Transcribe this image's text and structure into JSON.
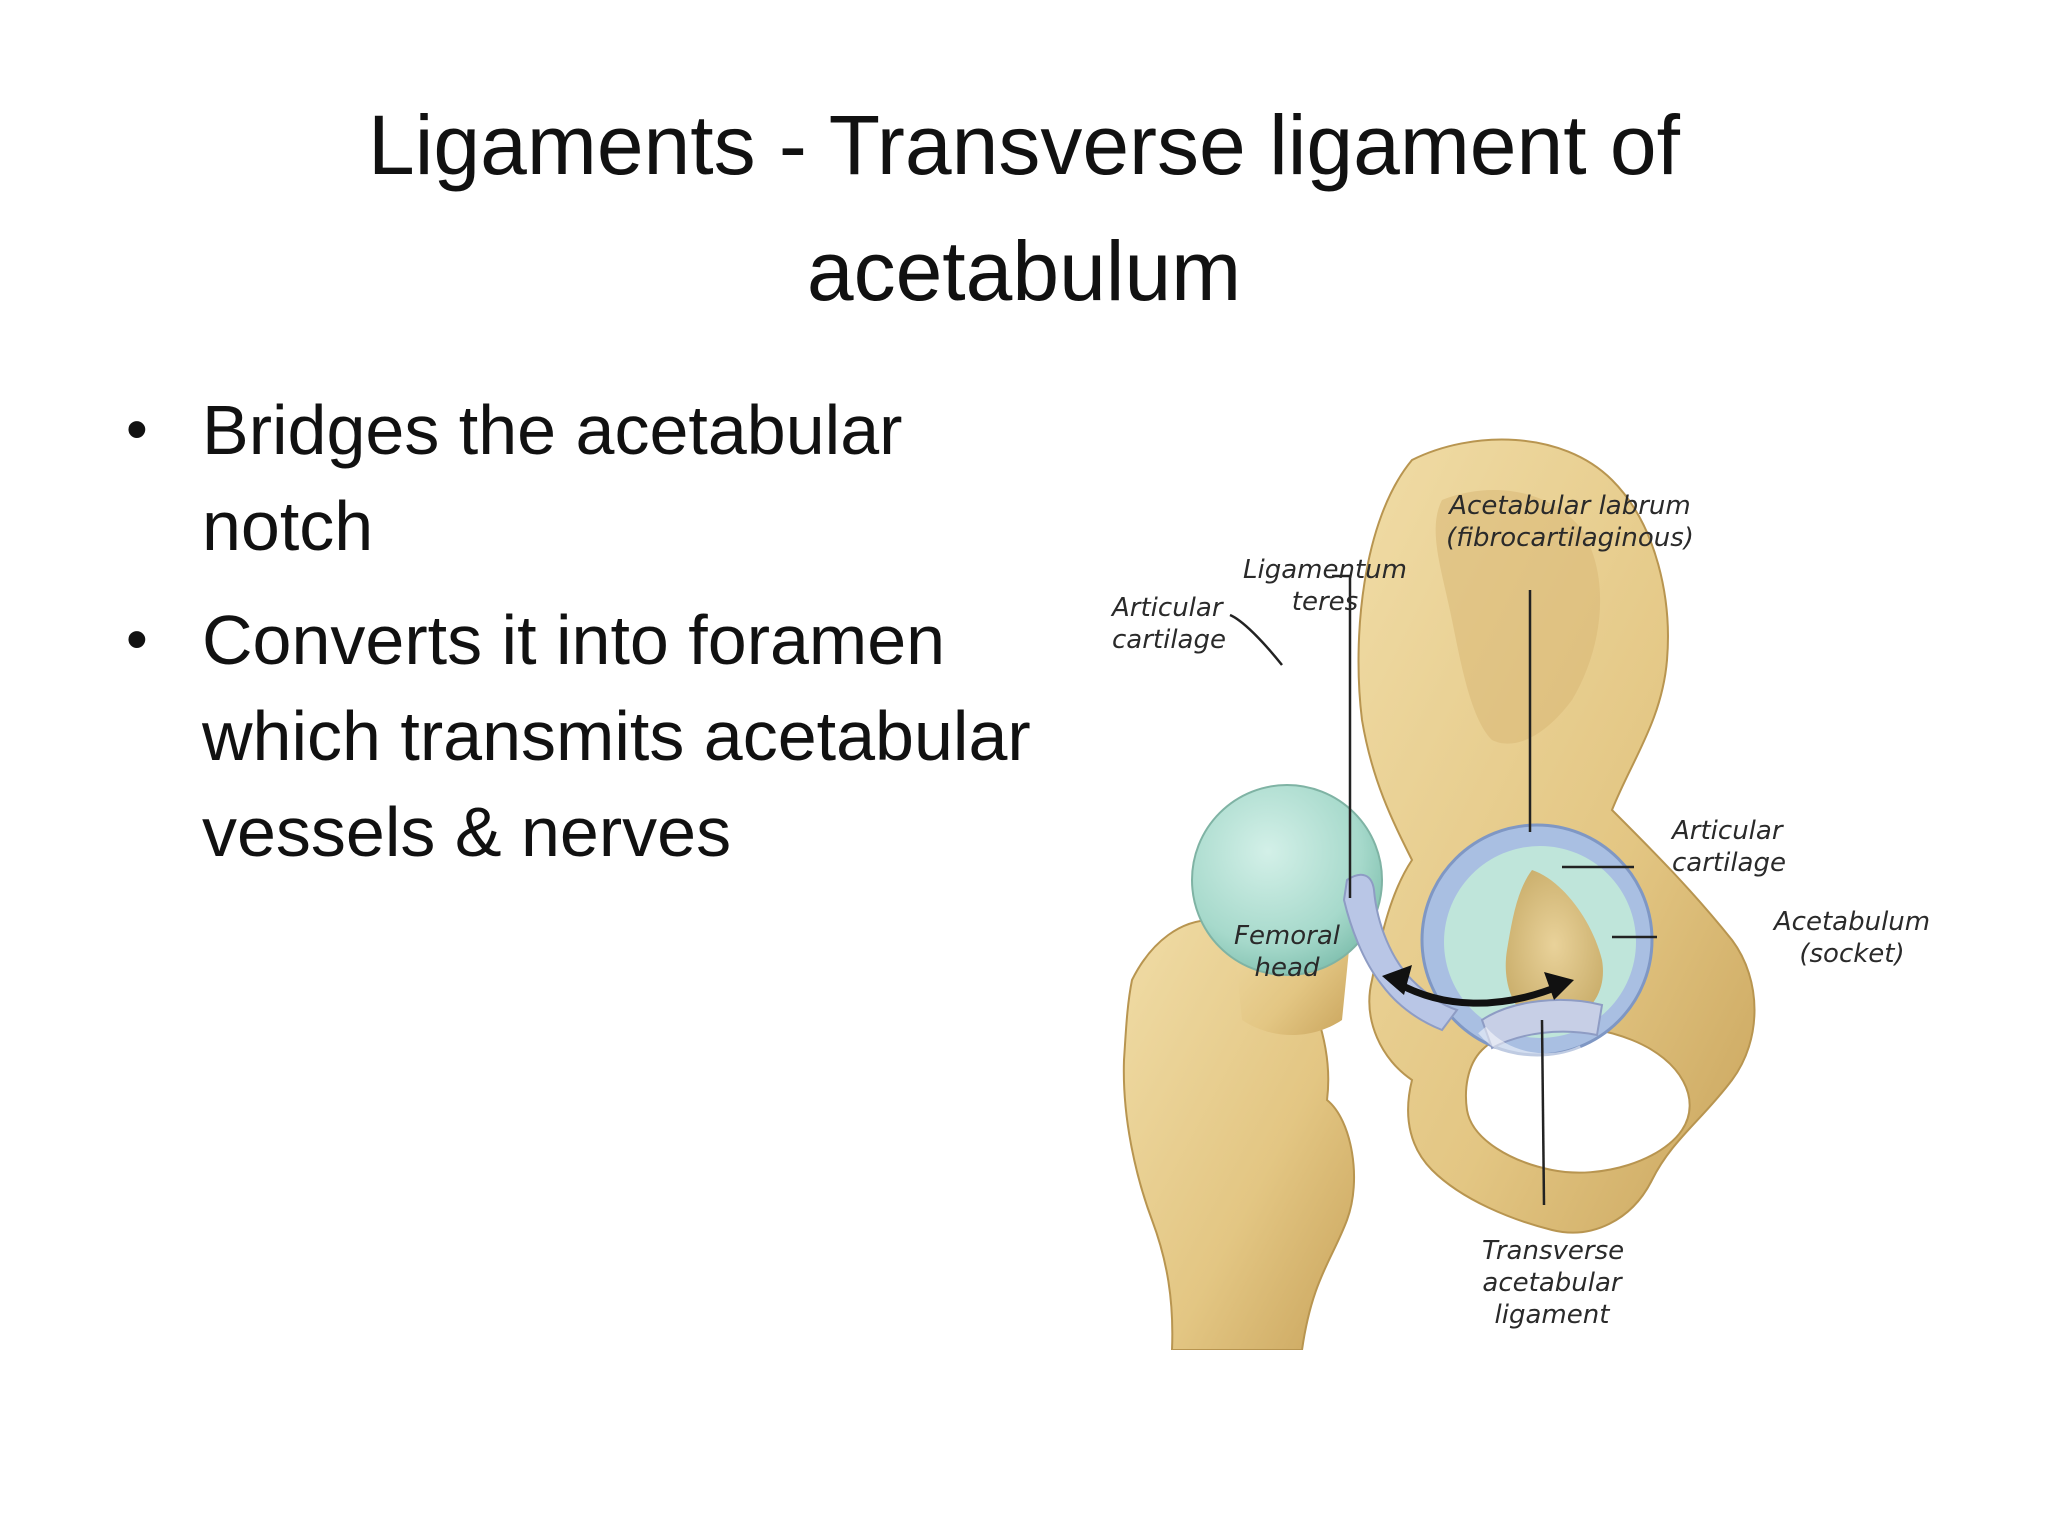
{
  "slide": {
    "title_line1": "Ligaments - Transverse ligament of",
    "title_line2": "acetabulum",
    "bullets": [
      "Bridges the acetabular notch",
      "Converts it into foramen which transmits acetabular vessels & nerves"
    ]
  },
  "figure": {
    "labels": {
      "ligamentum_teres": "Ligamentum teres",
      "articular_cartilage_left": "Articular cartilage",
      "femoral_head": "Femoral head",
      "acetabular_labrum": "Acetabular labrum (fibrocartilaginous)",
      "articular_cartilage_right": "Articular cartilage",
      "acetabulum": "Acetabulum (socket)",
      "transverse_ligament": "Transverse acetabular ligament"
    },
    "colors": {
      "bone": "#e6cc8c",
      "cartilage": "#b9e3d8",
      "labrum": "#9fb3d8"
    }
  }
}
